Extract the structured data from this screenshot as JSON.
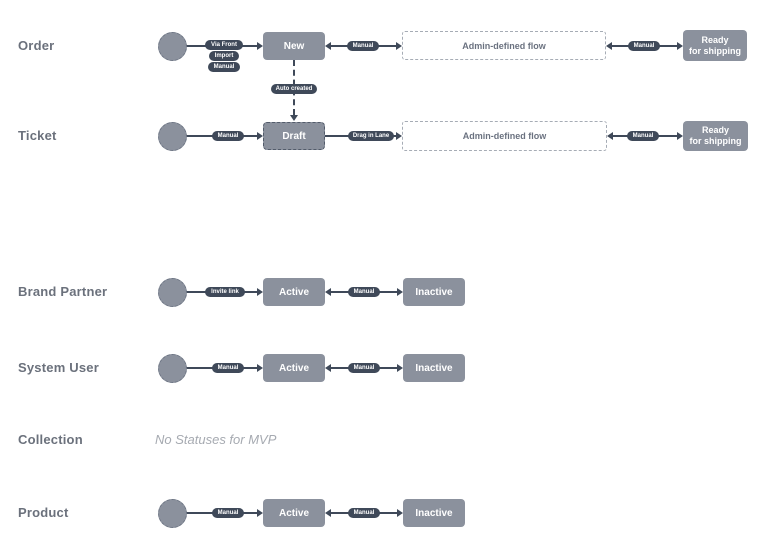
{
  "rows": {
    "order": {
      "label": "Order",
      "start_pills": [
        "Via Front",
        "Import",
        "Manual"
      ],
      "new_node": "New",
      "to_flow_pill": "Manual",
      "flow_box": "Admin-defined flow",
      "to_ready_pill": "Manual",
      "ready_node": "Ready\nfor shipping"
    },
    "order_ticket_connector": {
      "pill": "Auto created"
    },
    "ticket": {
      "label": "Ticket",
      "start_pill": "Manual",
      "draft_node": "Draft",
      "to_flow_pill": "Drag in Lane",
      "flow_box": "Admin-defined flow",
      "to_ready_pill": "Manual",
      "ready_node": "Ready\nfor shipping"
    },
    "brand_partner": {
      "label": "Brand Partner",
      "start_pill": "Invite link",
      "active_node": "Active",
      "toggle_pill": "Manual",
      "inactive_node": "Inactive"
    },
    "system_user": {
      "label": "System User",
      "start_pill": "Manual",
      "active_node": "Active",
      "toggle_pill": "Manual",
      "inactive_node": "Inactive"
    },
    "collection": {
      "label": "Collection",
      "note": "No Statuses for MVP"
    },
    "product": {
      "label": "Product",
      "start_pill": "Manual",
      "active_node": "Active",
      "toggle_pill": "Manual",
      "inactive_node": "Inactive"
    }
  },
  "colors": {
    "node_fill": "#8b919d",
    "pill_fill": "#3f4959",
    "line": "#3f4959",
    "row_label": "#6b717c",
    "note_text": "#a6aab1",
    "flow_box_border": "#a6acb5",
    "flow_box_text": "#6b7280"
  }
}
